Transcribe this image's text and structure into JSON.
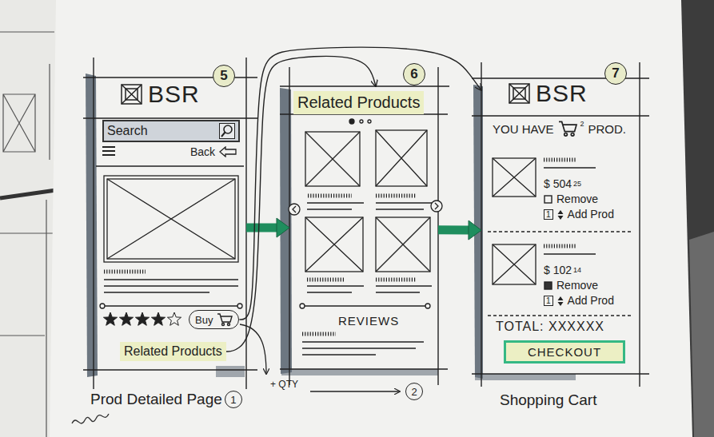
{
  "diagram": {
    "nodes": [
      {
        "text": [
          "5",
          "Prod Detailed Page"
        ]
      },
      {
        "text": [
          "BSR"
        ],
        "in": 0
      },
      {
        "text": [
          "Search"
        ],
        "in": 0
      },
      {
        "text": [
          "Back"
        ],
        "in": 0
      },
      {
        "text": [
          "Buy"
        ],
        "in": 0
      },
      {
        "text": [
          "Related Products"
        ],
        "in": 0
      },
      {
        "text": [
          "6"
        ]
      },
      {
        "text": [
          "Related Products"
        ],
        "in": 6
      },
      {
        "text": [
          "REVIEWS"
        ],
        "in": 6
      },
      {
        "text": [
          "7",
          "Shopping Cart"
        ]
      },
      {
        "text": [
          "BSR"
        ],
        "in": 9
      },
      {
        "text": [
          "YOU HAVE",
          "2",
          "PROD."
        ],
        "in": 9
      },
      {
        "text": [
          "$ 504",
          "25",
          "Remove",
          "1",
          "Add Prod"
        ],
        "in": 9
      },
      {
        "text": [
          "$ 102",
          "14",
          "Remove",
          "1",
          "Add Prod"
        ],
        "in": 9
      },
      {
        "text": [
          "TOTAL: XXXXXX"
        ],
        "in": 9
      },
      {
        "text": [
          "CHECKOUT"
        ],
        "in": 9
      }
    ],
    "edges": [
      {
        "from": 0,
        "to": 6,
        "arrow": "to"
      },
      {
        "from": 6,
        "to": 9,
        "arrow": "to"
      },
      {
        "from": 4,
        "to": 9,
        "arrow": "to"
      },
      {
        "from": 5,
        "to": 6,
        "arrow": "to"
      }
    ],
    "labels": [
      "1",
      "+ QTY",
      "2"
    ]
  }
}
